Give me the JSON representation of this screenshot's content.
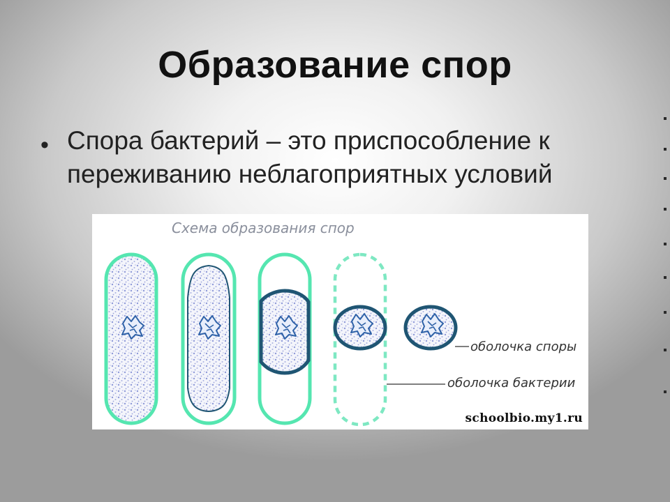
{
  "slide": {
    "title": "Образование спор",
    "bullet": "Спора бактерий – это приспособление к переживанию неблагоприятных условий"
  },
  "diagram": {
    "caption": "Схема образования спор",
    "labels": {
      "spore_coat": "оболочка споры",
      "cell_wall": "оболочка бактерии"
    },
    "watermark": "schoolbio.my1.ru",
    "stages_count": 5,
    "colors": {
      "cell_wall": "#55e6b0",
      "spore_coat": "#1f5573",
      "cytoplasm_dots": "#8f9ad8",
      "nucleoid": "#2f62a8"
    }
  }
}
